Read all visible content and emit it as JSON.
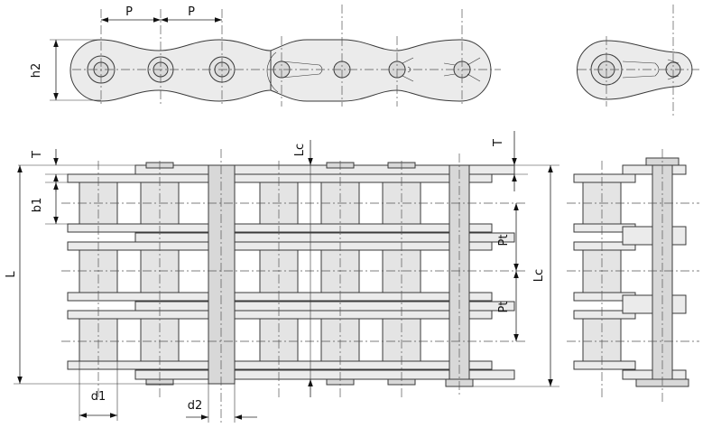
{
  "labels": {
    "pitch": "P",
    "plate_height": "h2",
    "plate_thickness": "T",
    "inner_width": "b1",
    "overall_length": "L",
    "connecting_length": "Lc",
    "transverse_pitch": "Pt",
    "roller_diameter": "d1",
    "pin_diameter": "d2"
  }
}
